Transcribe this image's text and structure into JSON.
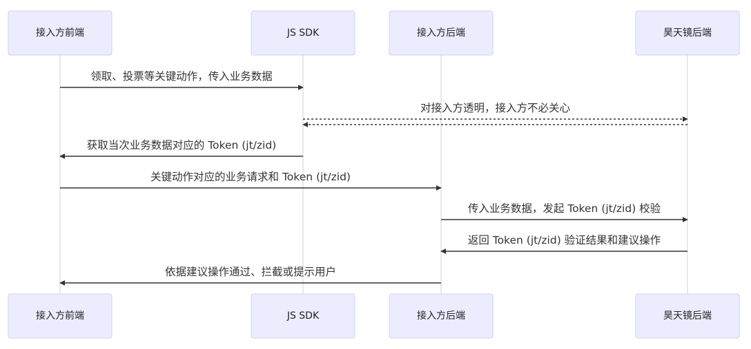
{
  "participants": [
    {
      "label": "接入方前端"
    },
    {
      "label": "JS SDK"
    },
    {
      "label": "接入方后端"
    },
    {
      "label": "昊天镜后端"
    }
  ],
  "messages": [
    {
      "text": "领取、投票等关键动作，传入业务数据",
      "from": 0,
      "to": 1,
      "style": "solid"
    },
    {
      "text": "对接入方透明，接入方不必关心",
      "from": 1,
      "to": 3,
      "style": "dotted",
      "bidirectional": true
    },
    {
      "text": "获取当次业务数据对应的 Token (jt/zid)",
      "from": 1,
      "to": 0,
      "style": "solid"
    },
    {
      "text": "关键动作对应的业务请求和 Token (jt/zid)",
      "from": 0,
      "to": 2,
      "style": "solid"
    },
    {
      "text": "传入业务数据，发起 Token (jt/zid) 校验",
      "from": 2,
      "to": 3,
      "style": "solid"
    },
    {
      "text": "返回 Token (jt/zid) 验证结果和建议操作",
      "from": 3,
      "to": 2,
      "style": "solid"
    },
    {
      "text": "依据建议操作通过、拦截或提示用户",
      "from": 2,
      "to": 0,
      "style": "solid"
    }
  ],
  "colors": {
    "actor_fill": "#ececff",
    "actor_stroke": "#cfcff0",
    "lifeline": "#d0d0d0",
    "arrow": "#333333",
    "text": "#222222"
  }
}
